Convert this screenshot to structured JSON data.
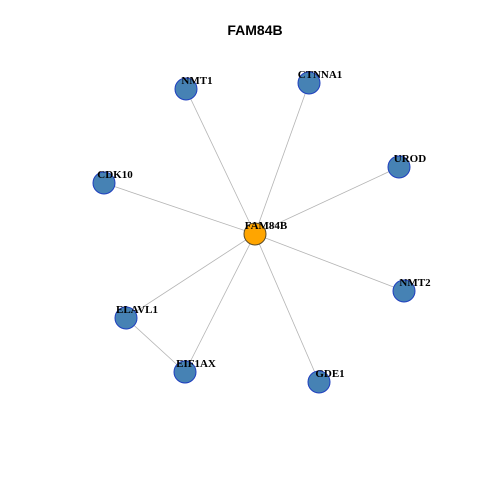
{
  "title": "FAM84B",
  "colors": {
    "center_fill": "#ffa500",
    "node_fill": "#4682b4",
    "node_stroke": "#1f3fbf",
    "edge": "#b4b4b4"
  },
  "nodes": [
    {
      "id": "FAM84B",
      "label": "FAM84B",
      "role": "center"
    },
    {
      "id": "NMT1",
      "label": "NMT1",
      "role": "neighbor"
    },
    {
      "id": "CTNNA1",
      "label": "CTNNA1",
      "role": "neighbor"
    },
    {
      "id": "UROD",
      "label": "UROD",
      "role": "neighbor"
    },
    {
      "id": "CDK10",
      "label": "CDK10",
      "role": "neighbor"
    },
    {
      "id": "NMT2",
      "label": "NMT2",
      "role": "neighbor"
    },
    {
      "id": "ELAVL1",
      "label": "ELAVL1",
      "role": "neighbor"
    },
    {
      "id": "EIF1AX",
      "label": "EIF1AX",
      "role": "neighbor"
    },
    {
      "id": "GDE1",
      "label": "GDE1",
      "role": "neighbor"
    }
  ],
  "edges": [
    [
      "FAM84B",
      "NMT1"
    ],
    [
      "FAM84B",
      "CTNNA1"
    ],
    [
      "FAM84B",
      "UROD"
    ],
    [
      "FAM84B",
      "CDK10"
    ],
    [
      "FAM84B",
      "NMT2"
    ],
    [
      "FAM84B",
      "ELAVL1"
    ],
    [
      "FAM84B",
      "EIF1AX"
    ],
    [
      "FAM84B",
      "GDE1"
    ],
    [
      "ELAVL1",
      "EIF1AX"
    ]
  ]
}
